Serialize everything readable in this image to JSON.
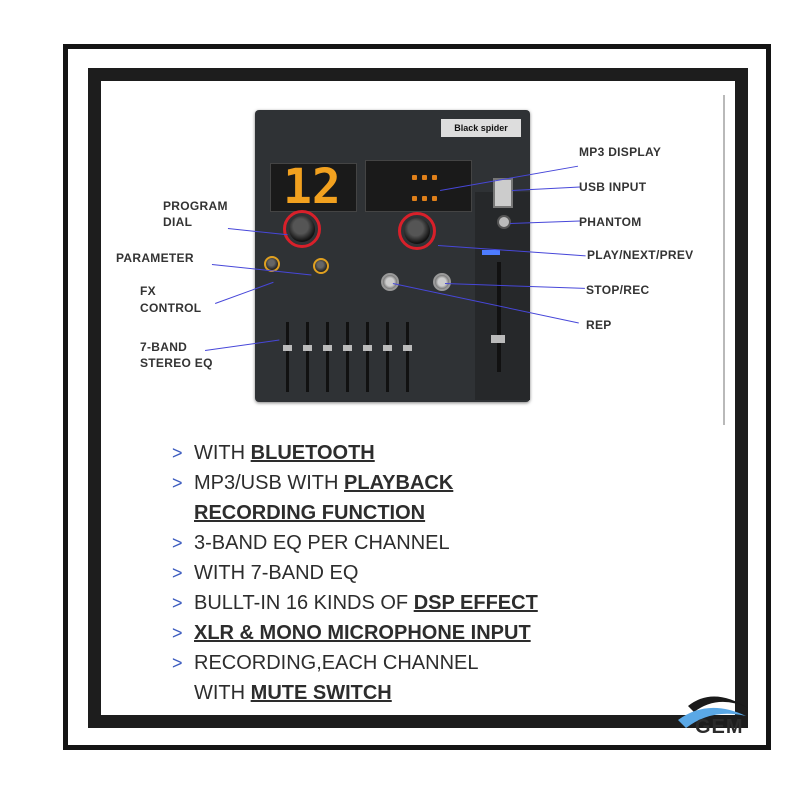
{
  "panel": {
    "brand": "Black spider",
    "display_value": "12"
  },
  "callouts": {
    "program_dial": [
      "PROGRAM",
      "DIAL"
    ],
    "parameter": "PARAMETER",
    "fx_control": [
      "FX",
      "CONTROL"
    ],
    "stereo_eq": [
      "7-BAND",
      "STEREO EQ"
    ],
    "mp3_display": "MP3 DISPLAY",
    "usb_input": "USB INPUT",
    "phantom": "PHANTOM",
    "play_next_prev": "PLAY/NEXT/PREV",
    "stop_rec": "STOP/REC",
    "rep": "REP"
  },
  "features": {
    "f1_prefix": "WITH ",
    "f1_bold": "BLUETOOTH",
    "f2_prefix": "MP3/USB WITH ",
    "f2_bold": "PLAYBACK",
    "f2_cont_bold": "RECORDING FUNCTION",
    "f3": "3-BAND EQ PER CHANNEL",
    "f4": "WITH 7-BAND EQ",
    "f5_prefix": "BULLT-IN 16 KINDS OF ",
    "f5_bold": "DSP EFFECT",
    "f6_bold": "XLR & MONO MICROPHONE INPUT",
    "f7": "RECORDING,EACH CHANNEL",
    "f7_cont_prefix": "WITH ",
    "f7_cont_bold": "MUTE SWITCH"
  },
  "logo": {
    "text": "GEM",
    "colors": {
      "swoosh_dark": "#1a1a1a",
      "swoosh_blue": "#5aa8e6"
    }
  },
  "colors": {
    "display_digit": "#f2a11f",
    "knob_ring": "#d8202a",
    "callout_line": "#4747d9",
    "bullet_arrow": "#3b5bbf"
  }
}
